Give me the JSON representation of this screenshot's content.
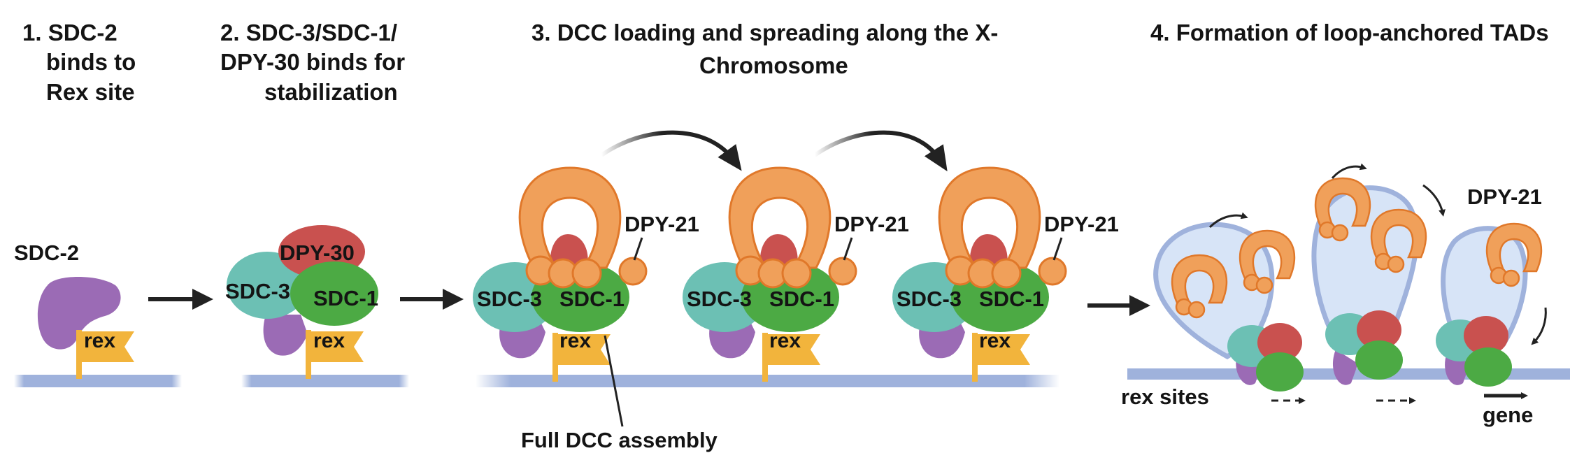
{
  "steps": [
    {
      "title_lines": [
        "1.  SDC-2",
        "binds to",
        "Rex site"
      ]
    },
    {
      "title_lines": [
        "2. SDC-3/SDC-1/",
        "DPY-30 binds for",
        "stabilization"
      ]
    },
    {
      "title_lines": [
        "3. DCC loading and spreading along the X-",
        "Chromosome"
      ]
    },
    {
      "title_lines": [
        "4. Formation of loop-anchored TADs"
      ]
    }
  ],
  "labels": {
    "sdc2": "SDC-2",
    "sdc3": "SDC-3",
    "sdc1": "SDC-1",
    "dpy30": "DPY-30",
    "dpy21": "DPY-21",
    "rex": "rex",
    "full_dcc": "Full DCC assembly",
    "rex_sites": "rex sites",
    "gene": "gene"
  },
  "colors": {
    "sdc2_purple": "#9b6bb5",
    "sdc3_teal": "#6cc0b4",
    "sdc1_green": "#4caa44",
    "dpy30_red": "#c9514f",
    "condensin_orange": "#f0a05a",
    "condensin_outline": "#e0782a",
    "rex_flag": "#f2b43c",
    "dna_blue": "#9fb2dc",
    "loop_fill": "#d7e4f7",
    "arrow_black": "#222222"
  }
}
